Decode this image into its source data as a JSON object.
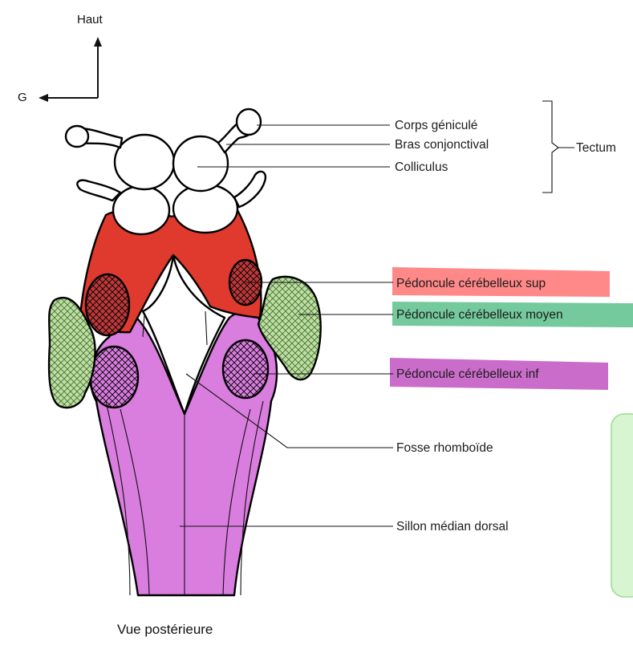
{
  "orientation": {
    "up_label": "Haut",
    "left_label": "G"
  },
  "caption": "Vue postérieure",
  "labels": {
    "corps_genicule": "Corps géniculé",
    "bras_conjonctival": "Bras conjonctival",
    "colliculus": "Colliculus",
    "tectum": "Tectum",
    "pedoncule_sup": "Pédoncule cérébelleux sup",
    "pedoncule_moyen": "Pédoncule cérébelleux moyen",
    "pedoncule_inf": "Pédoncule cérébelleux inf",
    "fosse_rhomboide": "Fosse rhomboïde",
    "sillon_median": "Sillon médian dorsal"
  },
  "colors": {
    "superior_peduncle": "#e03a2f",
    "middle_peduncle": "#b9e39c",
    "inferior_peduncle": "#d97ddf",
    "highlight_sup": "#ff7b7b",
    "highlight_moyen": "#5cc08c",
    "highlight_inf": "#c45cc4",
    "note_box_fill": "#d6f5d0",
    "note_box_border": "#9bdc8f"
  }
}
